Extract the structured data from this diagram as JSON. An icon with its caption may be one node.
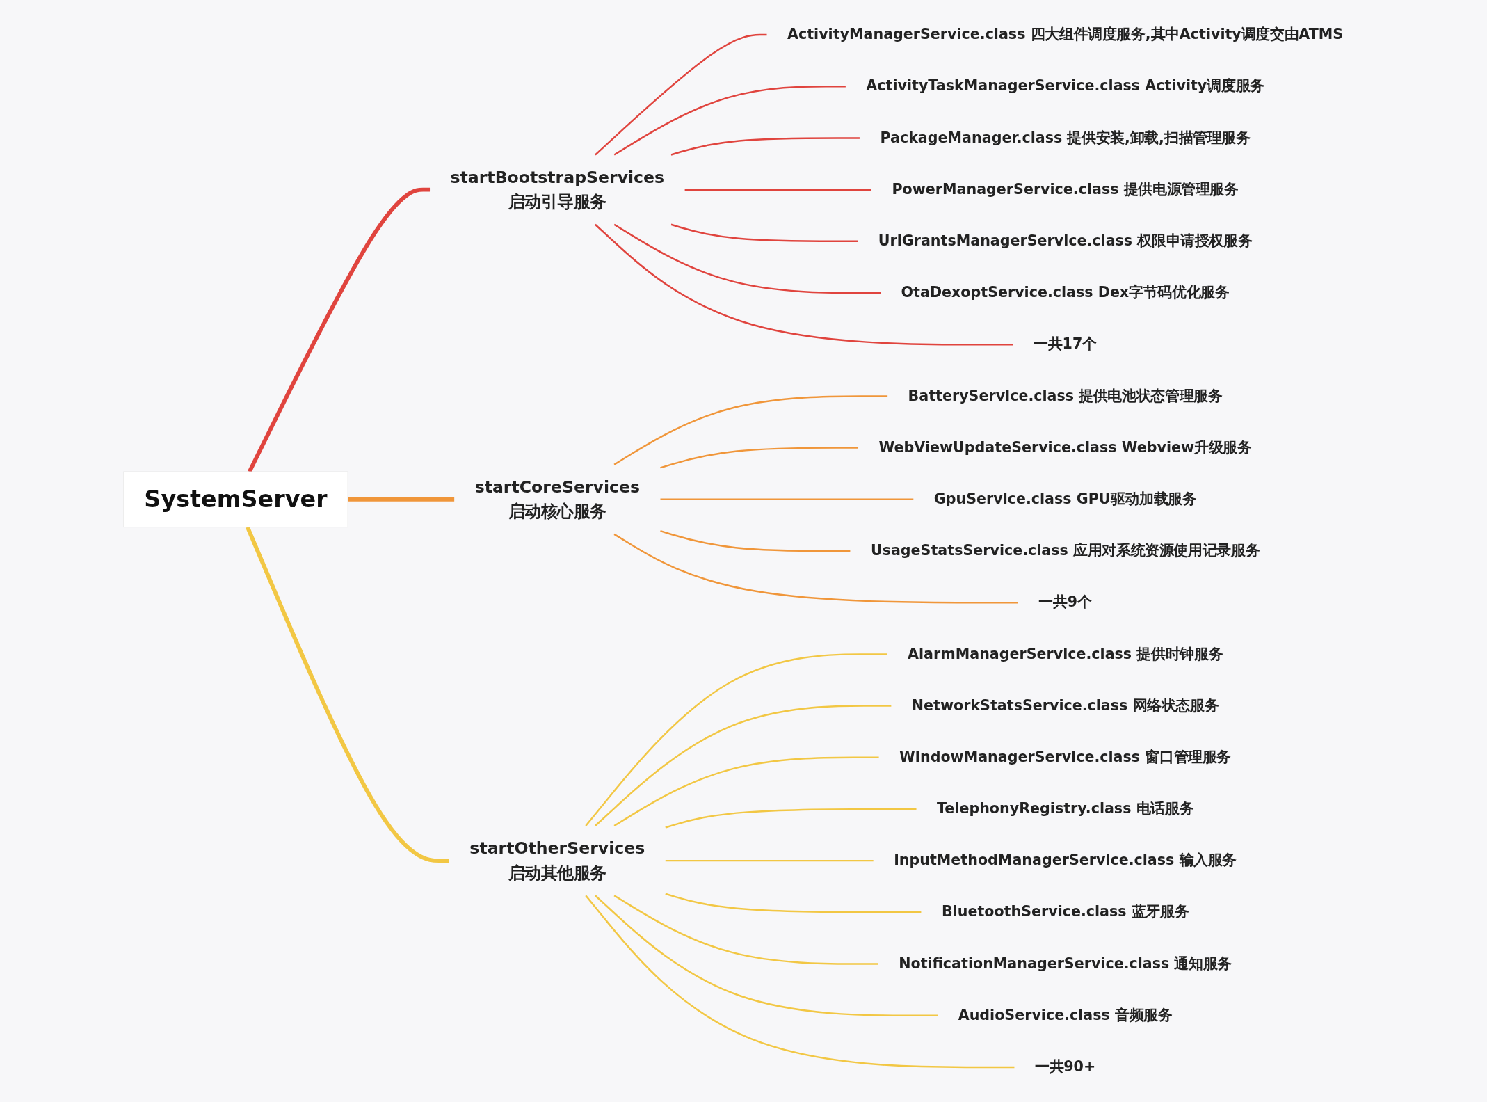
{
  "diagram": {
    "nodes": [
      {
        "text": [
          "SystemServer"
        ]
      },
      {
        "text": [
          "startBootstrapServices",
          "启动引导服务"
        ]
      },
      {
        "text": [
          "ActivityManagerService.class 四大组件调度服务,其中Activity调度交由ATMS"
        ]
      },
      {
        "text": [
          "ActivityTaskManagerService.class Activity调度服务"
        ]
      },
      {
        "text": [
          "PackageManager.class 提供安装,卸载,扫描管理服务"
        ]
      },
      {
        "text": [
          "PowerManagerService.class 提供电源管理服务"
        ]
      },
      {
        "text": [
          "UriGrantsManagerService.class  权限申请授权服务"
        ]
      },
      {
        "text": [
          "OtaDexoptService.class Dex字节码优化服务"
        ]
      },
      {
        "text": [
          "一共17个"
        ]
      },
      {
        "text": [
          "startCoreServices",
          "启动核心服务"
        ]
      },
      {
        "text": [
          "BatteryService.class 提供电池状态管理服务"
        ]
      },
      {
        "text": [
          "WebViewUpdateService.class Webview升级服务"
        ]
      },
      {
        "text": [
          "GpuService.class  GPU驱动加载服务"
        ]
      },
      {
        "text": [
          "UsageStatsService.class  应用对系统资源使用记录服务"
        ]
      },
      {
        "text": [
          "一共9个"
        ]
      },
      {
        "text": [
          "startOtherServices",
          "启动其他服务"
        ]
      },
      {
        "text": [
          "AlarmManagerService.class 提供时钟服务"
        ]
      },
      {
        "text": [
          "NetworkStatsService.class  网络状态服务"
        ]
      },
      {
        "text": [
          "WindowManagerService.class 窗口管理服务"
        ]
      },
      {
        "text": [
          "TelephonyRegistry.class 电话服务"
        ]
      },
      {
        "text": [
          "InputMethodManagerService.class 输入服务"
        ]
      },
      {
        "text": [
          "BluetoothService.class 蓝牙服务"
        ]
      },
      {
        "text": [
          "NotificationManagerService.class 通知服务"
        ]
      },
      {
        "text": [
          "AudioService.class 音频服务"
        ]
      },
      {
        "text": [
          "一共90+"
        ]
      }
    ],
    "edges": [
      {
        "from": 0,
        "to": 1,
        "arrow": "none",
        "style": "thick",
        "color": "#e0443e"
      },
      {
        "from": 1,
        "to": 2,
        "arrow": "none",
        "color": "#e0443e"
      },
      {
        "from": 1,
        "to": 3,
        "arrow": "none",
        "color": "#e0443e"
      },
      {
        "from": 1,
        "to": 4,
        "arrow": "none",
        "color": "#e0443e"
      },
      {
        "from": 1,
        "to": 5,
        "arrow": "none",
        "color": "#e0443e"
      },
      {
        "from": 1,
        "to": 6,
        "arrow": "none",
        "color": "#e0443e"
      },
      {
        "from": 1,
        "to": 7,
        "arrow": "none",
        "color": "#e0443e"
      },
      {
        "from": 1,
        "to": 8,
        "arrow": "none",
        "color": "#e0443e"
      },
      {
        "from": 0,
        "to": 9,
        "arrow": "none",
        "style": "thick",
        "color": "#f0963a"
      },
      {
        "from": 9,
        "to": 10,
        "arrow": "none",
        "color": "#f0963a"
      },
      {
        "from": 9,
        "to": 11,
        "arrow": "none",
        "color": "#f0963a"
      },
      {
        "from": 9,
        "to": 12,
        "arrow": "none",
        "color": "#f0963a"
      },
      {
        "from": 9,
        "to": 13,
        "arrow": "none",
        "color": "#f0963a"
      },
      {
        "from": 9,
        "to": 14,
        "arrow": "none",
        "color": "#f0963a"
      },
      {
        "from": 0,
        "to": 15,
        "arrow": "none",
        "style": "thick"
      },
      {
        "from": 15,
        "to": 16,
        "arrow": "none"
      },
      {
        "from": 15,
        "to": 17,
        "arrow": "none"
      },
      {
        "from": 15,
        "to": 18,
        "arrow": "none"
      },
      {
        "from": 15,
        "to": 19,
        "arrow": "none"
      },
      {
        "from": 15,
        "to": 20,
        "arrow": "none"
      },
      {
        "from": 15,
        "to": 21,
        "arrow": "none"
      },
      {
        "from": 15,
        "to": 22,
        "arrow": "none"
      },
      {
        "from": 15,
        "to": 23,
        "arrow": "none"
      },
      {
        "from": 15,
        "to": 24,
        "arrow": "none"
      }
    ]
  }
}
